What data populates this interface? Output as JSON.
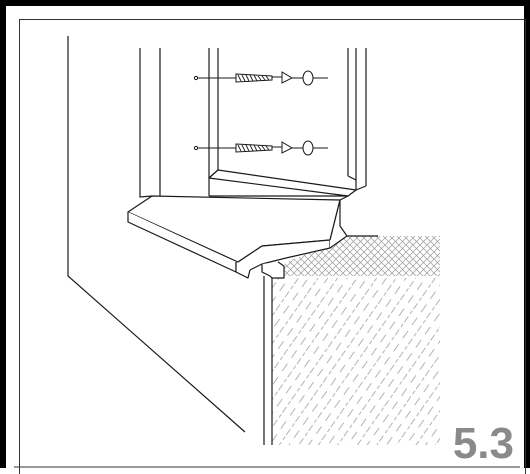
{
  "figure": {
    "number": "5.3"
  },
  "colors": {
    "line": "#1a1a1a",
    "hatch": "#9a9a9a",
    "number": "#8a8a8a"
  },
  "icons": [
    "window-frame",
    "screw",
    "dowel-plug",
    "window-sill",
    "insulation",
    "masonry-wall"
  ]
}
